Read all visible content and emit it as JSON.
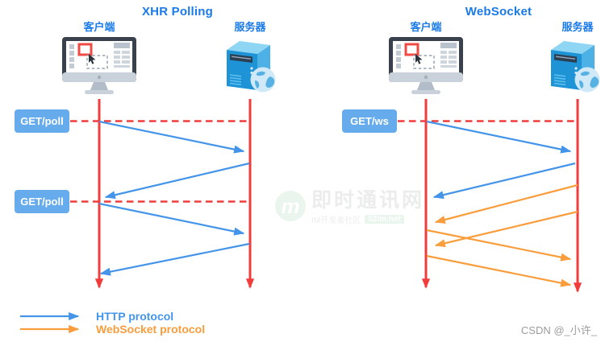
{
  "colors": {
    "http_blue": "#4495ea",
    "websocket_orange": "#f99d3d",
    "lifeline_red": "#f23c3c",
    "title_blue": "#1a7ae8",
    "request_box_blue": "#66abeb"
  },
  "left_diagram": {
    "title": "XHR Polling",
    "client_label": "客户端",
    "server_label": "服务器",
    "request_boxes": [
      {
        "label": "GET/poll"
      },
      {
        "label": "GET/poll"
      }
    ],
    "messages": [
      {
        "from": "client",
        "to": "server",
        "protocol": "HTTP"
      },
      {
        "from": "server",
        "to": "client",
        "protocol": "HTTP"
      },
      {
        "from": "client",
        "to": "server",
        "protocol": "HTTP"
      },
      {
        "from": "server",
        "to": "client",
        "protocol": "HTTP"
      }
    ]
  },
  "right_diagram": {
    "title": "WebSocket",
    "client_label": "客户端",
    "server_label": "服务器",
    "request_boxes": [
      {
        "label": "GET/ws"
      }
    ],
    "messages": [
      {
        "from": "client",
        "to": "server",
        "protocol": "HTTP"
      },
      {
        "from": "server",
        "to": "client",
        "protocol": "HTTP"
      },
      {
        "from": "server",
        "to": "client",
        "protocol": "WebSocket"
      },
      {
        "from": "server",
        "to": "client",
        "protocol": "WebSocket"
      },
      {
        "from": "client",
        "to": "server",
        "protocol": "WebSocket"
      },
      {
        "from": "client",
        "to": "server",
        "protocol": "WebSocket"
      }
    ]
  },
  "legend": {
    "items": [
      {
        "label": "HTTP protocol",
        "color": "#4495ea"
      },
      {
        "label": "WebSocket protocol",
        "color": "#f99d3d"
      }
    ]
  },
  "watermark": {
    "logo_letter": "m",
    "title": "即时通讯网",
    "subtitle": "IM开发者社区",
    "badge": "52im.net"
  },
  "credit": "CSDN @_小许_"
}
